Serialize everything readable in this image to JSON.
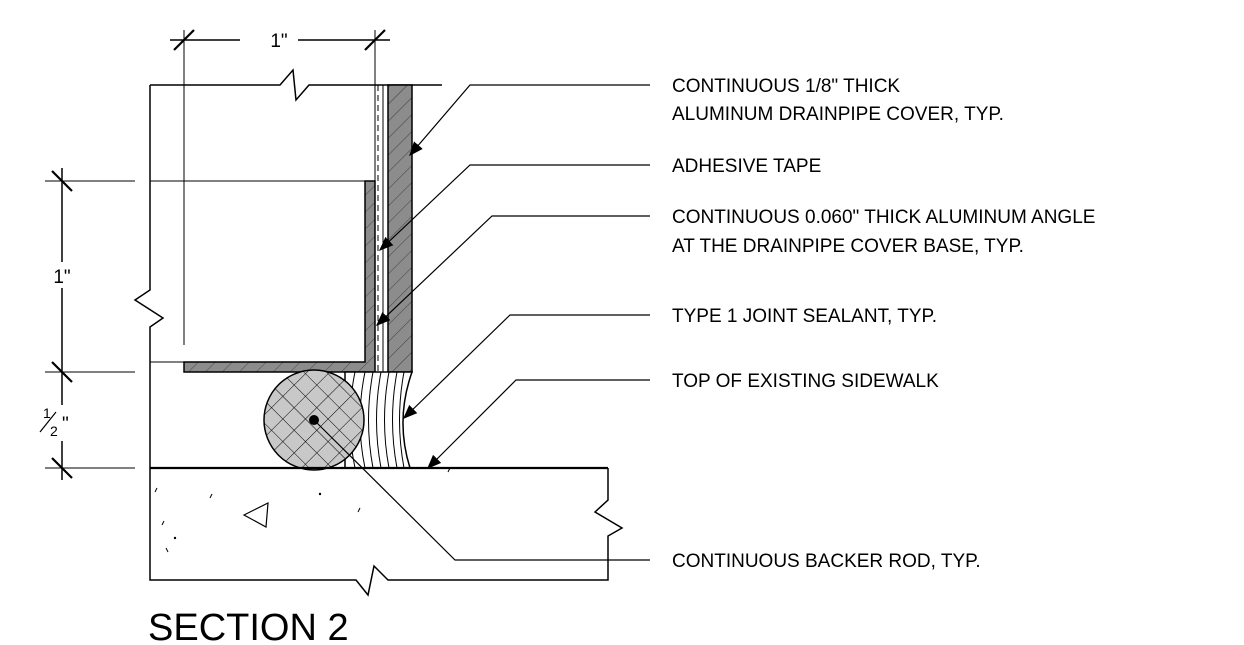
{
  "title": "SECTION 2",
  "dimensions": {
    "top_width": "1\"",
    "left_height": "1\"",
    "left_small_num": "1",
    "left_small_den": "2",
    "left_small_unit": "\""
  },
  "callouts": [
    {
      "id": "cover",
      "lines": [
        "CONTINUOUS 1/8\" THICK",
        "ALUMINUM DRAINPIPE COVER, TYP."
      ]
    },
    {
      "id": "tape",
      "lines": [
        "ADHESIVE TAPE"
      ]
    },
    {
      "id": "angle",
      "lines": [
        "CONTINUOUS 0.060\" THICK  ALUMINUM ANGLE",
        "AT THE DRAINPIPE COVER BASE, TYP."
      ]
    },
    {
      "id": "sealant",
      "lines": [
        "TYPE 1 JOINT SEALANT, TYP."
      ]
    },
    {
      "id": "sidewalk",
      "lines": [
        "TOP OF EXISTING SIDEWALK"
      ]
    },
    {
      "id": "backer",
      "lines": [
        "CONTINUOUS BACKER ROD, TYP."
      ]
    }
  ],
  "colors": {
    "line": "#000000",
    "metal_fill": "#8c8c8c",
    "rod_fill": "#c8c8c8",
    "background": "#ffffff"
  }
}
